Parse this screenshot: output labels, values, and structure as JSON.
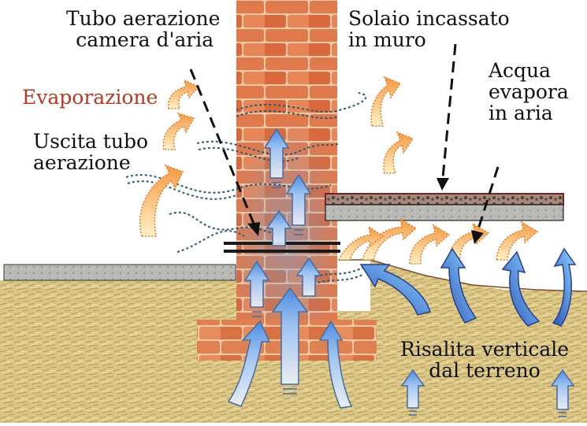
{
  "labels": {
    "tubo_aerazione": [
      "Tubo aerazione",
      "camera d'aria"
    ],
    "solaio_incassato": [
      "Solaio incassato",
      "in muro"
    ],
    "acqua_evapora": [
      "Acqua",
      "evapora",
      "in aria"
    ],
    "evaporazione": "Evaporazione",
    "uscita_tubo": [
      "Uscita tubo",
      "aerazione"
    ],
    "risalita": [
      "Risalita verticale",
      "dal terreno"
    ]
  },
  "colors": {
    "ground": "#d9c585",
    "brick": "#d9693c",
    "mortar": "#f2c9a6",
    "slab_concrete": "#b8b8b4",
    "slab_gravel": "#7a5a4a",
    "rising_arrow": "#6fa8e8",
    "evaporation_arrow": "#f4a24a",
    "label_red": "#b33a24",
    "air_path": "#2a5a6a"
  }
}
